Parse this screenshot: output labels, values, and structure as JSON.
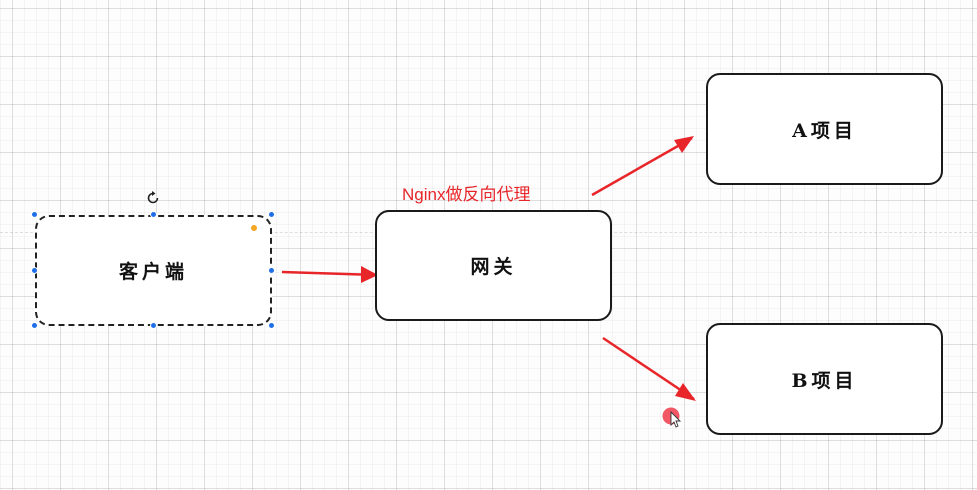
{
  "diagram": {
    "nodes": {
      "client": {
        "label": "客户端",
        "selected": true
      },
      "gateway": {
        "label": "网关"
      },
      "project_a": {
        "label": "A项目"
      },
      "project_b": {
        "label": "B项目"
      }
    },
    "edges": [
      {
        "from": "client",
        "to": "gateway"
      },
      {
        "from": "gateway",
        "to": "project_a"
      },
      {
        "from": "gateway",
        "to": "project_b"
      }
    ],
    "edge_label": "Nginx做反向代理",
    "colors": {
      "arrow": "#e8262a",
      "edge_label": "#e8262a",
      "node_border": "#1a1a1a",
      "selection_handle": "#1f6fe8",
      "anchor_dot": "#f5a623"
    },
    "icons": {
      "rotate": "rotate-icon",
      "cursor": "mouse-cursor-icon"
    }
  }
}
